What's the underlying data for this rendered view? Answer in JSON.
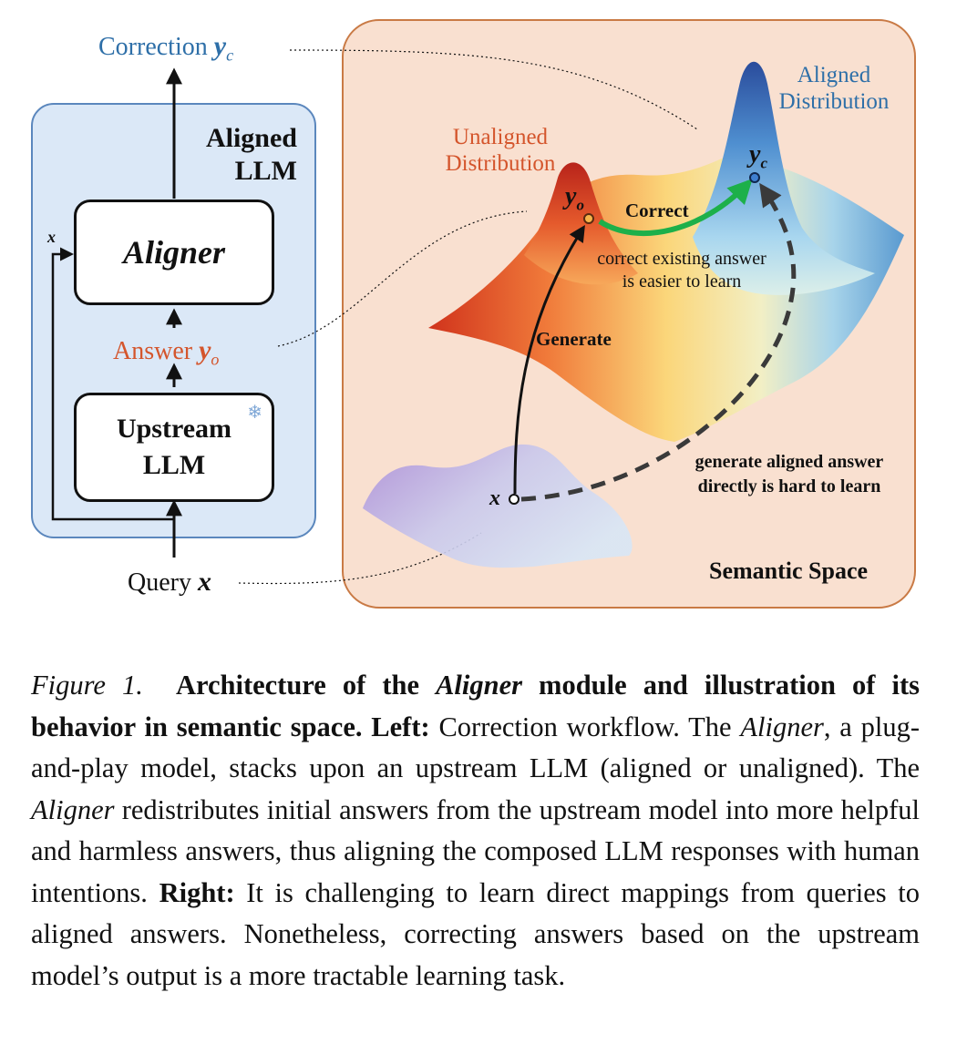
{
  "left_panel": {
    "correction_label": "Correction",
    "correction_var": "y",
    "correction_sub": "c",
    "aligned_llm_title_line1": "Aligned",
    "aligned_llm_title_line2": "LLM",
    "x_label": "x",
    "aligner_label": "Aligner",
    "answer_label": "Answer",
    "answer_var": "y",
    "answer_sub": "o",
    "upstream_line1": "Upstream",
    "upstream_line2": "LLM",
    "query_label": "Query",
    "query_var": "x",
    "frozen_icon": "snowflake-icon"
  },
  "right_panel": {
    "aligned_dist_line1": "Aligned",
    "aligned_dist_line2": "Distribution",
    "unaligned_dist_line1": "Unaligned",
    "unaligned_dist_line2": "Distribution",
    "yc_var": "y",
    "yc_sub": "c",
    "yo_var": "y",
    "yo_sub": "o",
    "x_var": "x",
    "correct_label": "Correct",
    "correct_note_line1": "correct existing answer",
    "correct_note_line2": "is easier to learn",
    "generate_label": "Generate",
    "direct_note_line1": "generate aligned answer",
    "direct_note_line2": "directly is hard to learn",
    "semantic_space_label": "Semantic Space"
  },
  "caption": {
    "figure_label": "Figure 1.",
    "title_part1": "Architecture of the",
    "title_aligner": "Aligner",
    "title_part2": "module and illustration of its behavior in semantic space.",
    "left_label": "Left:",
    "left_text1": "Correction workflow. The",
    "left_aligner": "Aligner",
    "left_text2": ", a plug-and-play model, stacks upon an upstream LLM (aligned or unaligned). The",
    "left_aligner2": "Aligner",
    "left_text3": "redistributes initial answers from the upstream model into more helpful and harmless answers, thus aligning the composed LLM responses with human intentions.",
    "right_label": "Right:",
    "right_text": "It is challenging to learn direct mappings from queries to aligned answers. Nonetheless, correcting answers based on the upstream model’s output is a more tractable learning task."
  },
  "colors": {
    "left_panel_bg": "#dbe8f7",
    "left_panel_border": "#5b87bd",
    "right_panel_bg": "#f9e0d0",
    "right_panel_border": "#c97a45",
    "correct_arrow": "#1db04a",
    "label_blue": "#2e6fa8",
    "label_orange": "#d4552c"
  }
}
